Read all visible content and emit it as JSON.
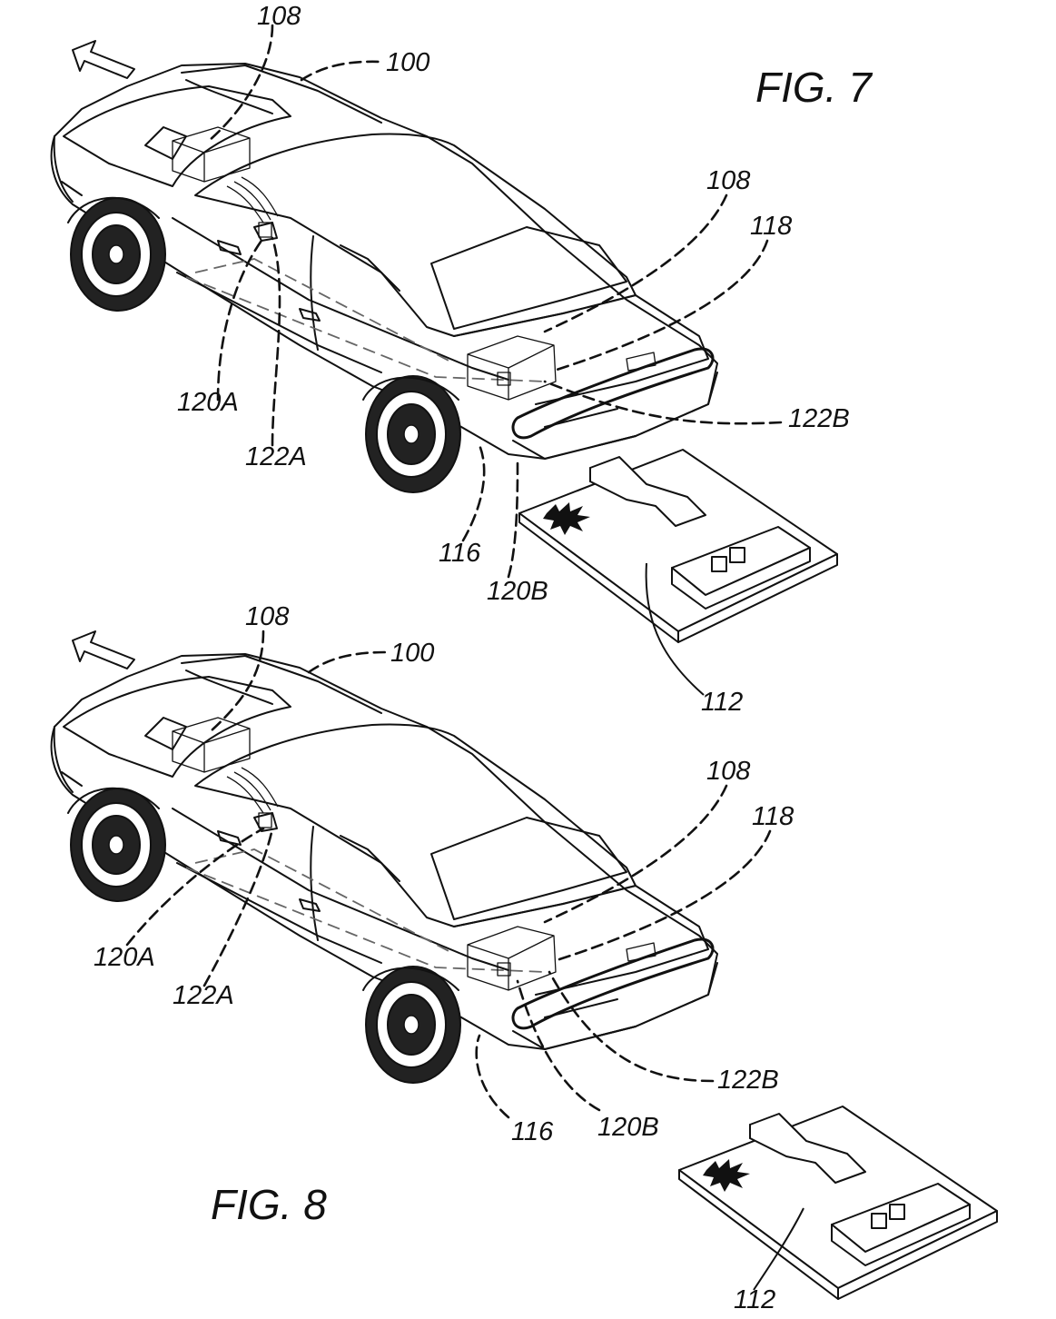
{
  "figures": [
    {
      "title": "FIG. 7",
      "labels": {
        "vehicle": "100",
        "front_unit": "108",
        "rear_unit": "108",
        "rear_link": "118",
        "front_port": "120A",
        "front_connector": "122A",
        "rear_connector": "122B",
        "bumper": "116",
        "rear_port": "120B",
        "base": "112"
      }
    },
    {
      "title": "FIG. 8",
      "labels": {
        "vehicle": "100",
        "front_unit": "108",
        "rear_unit": "108",
        "rear_link": "118",
        "front_port": "120A",
        "front_connector": "122A",
        "rear_connector": "122B",
        "bumper": "116",
        "rear_port": "120B",
        "base": "112"
      }
    }
  ],
  "arrow_icon": "direction-arrow-icon"
}
